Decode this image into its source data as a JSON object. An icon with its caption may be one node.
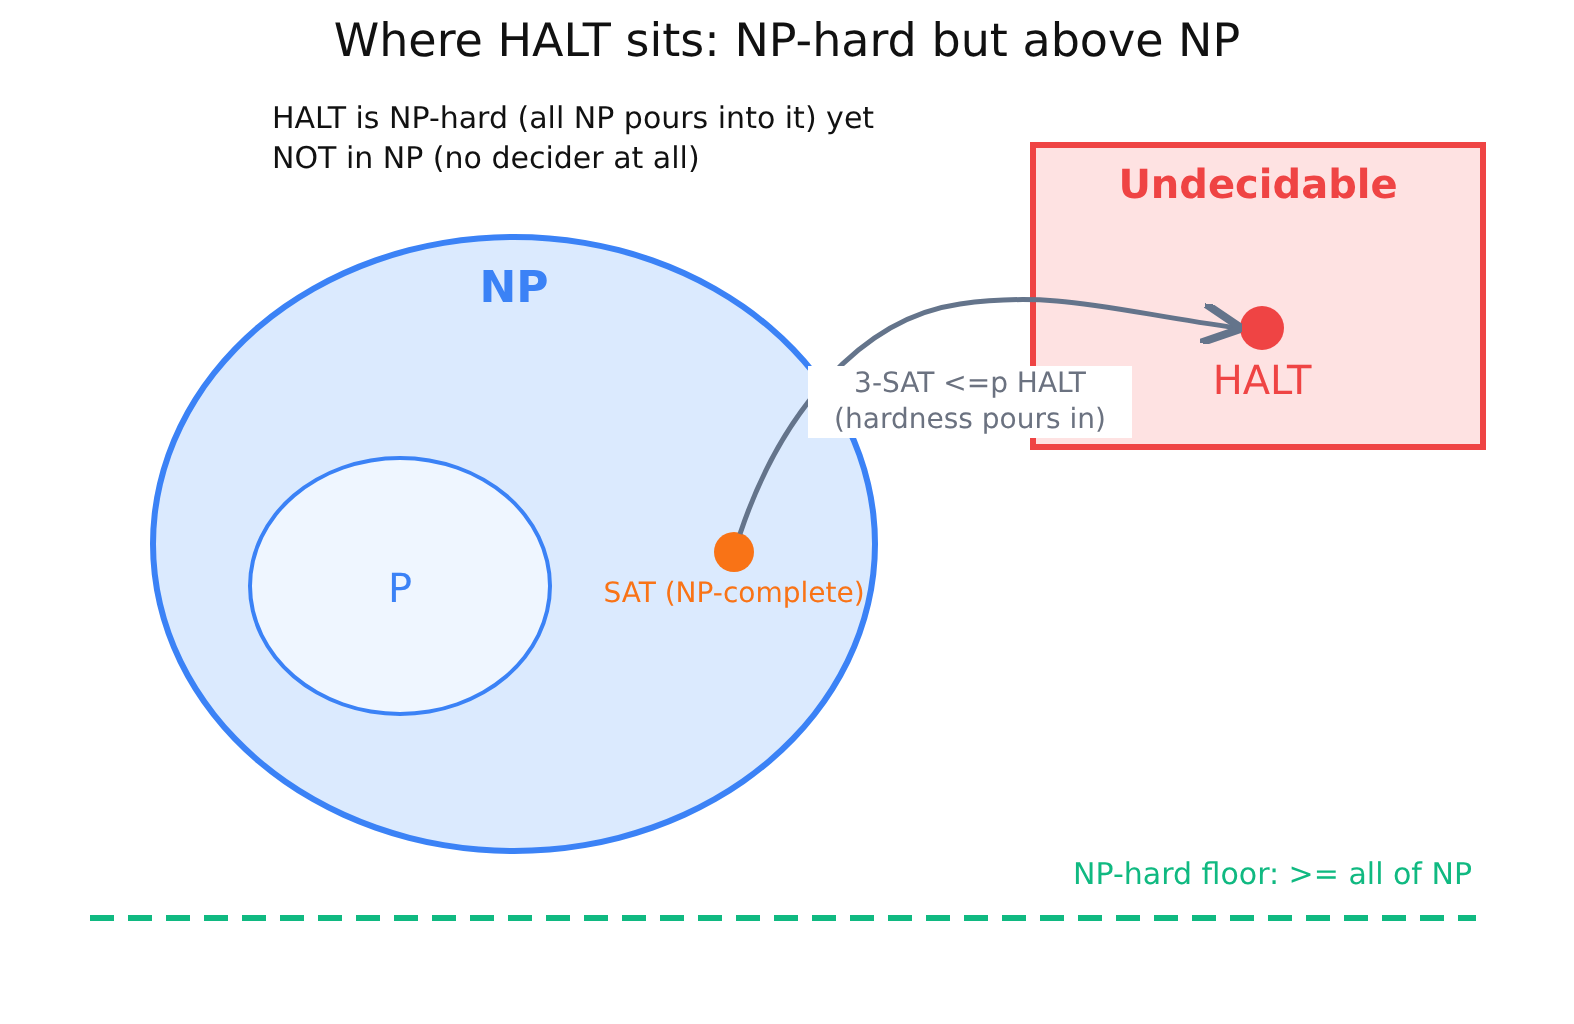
{
  "diagram": {
    "title": "Where HALT sits: NP-hard but above NP",
    "nodes": [
      {
        "text": [
          "NP"
        ]
      },
      {
        "text": [
          "P"
        ],
        "in": 0
      },
      {
        "text": [],
        "shape": "circle",
        "beside": [
          "SAT (NP-complete)"
        ],
        "in": 0
      },
      {
        "text": [
          "Undecidable"
        ]
      },
      {
        "text": [],
        "shape": "circle",
        "beside": [
          "HALT"
        ],
        "in": 3
      }
    ],
    "edges": [
      {
        "from": 2,
        "to": 4,
        "arrow": "to",
        "label": "3-SAT <=p HALT (hardness pours in)"
      }
    ],
    "labels": [
      "HALT is NP-hard (all NP pours into it) yet NOT in NP (no decider at all)",
      "NP-hard floor: >= all of NP"
    ]
  }
}
